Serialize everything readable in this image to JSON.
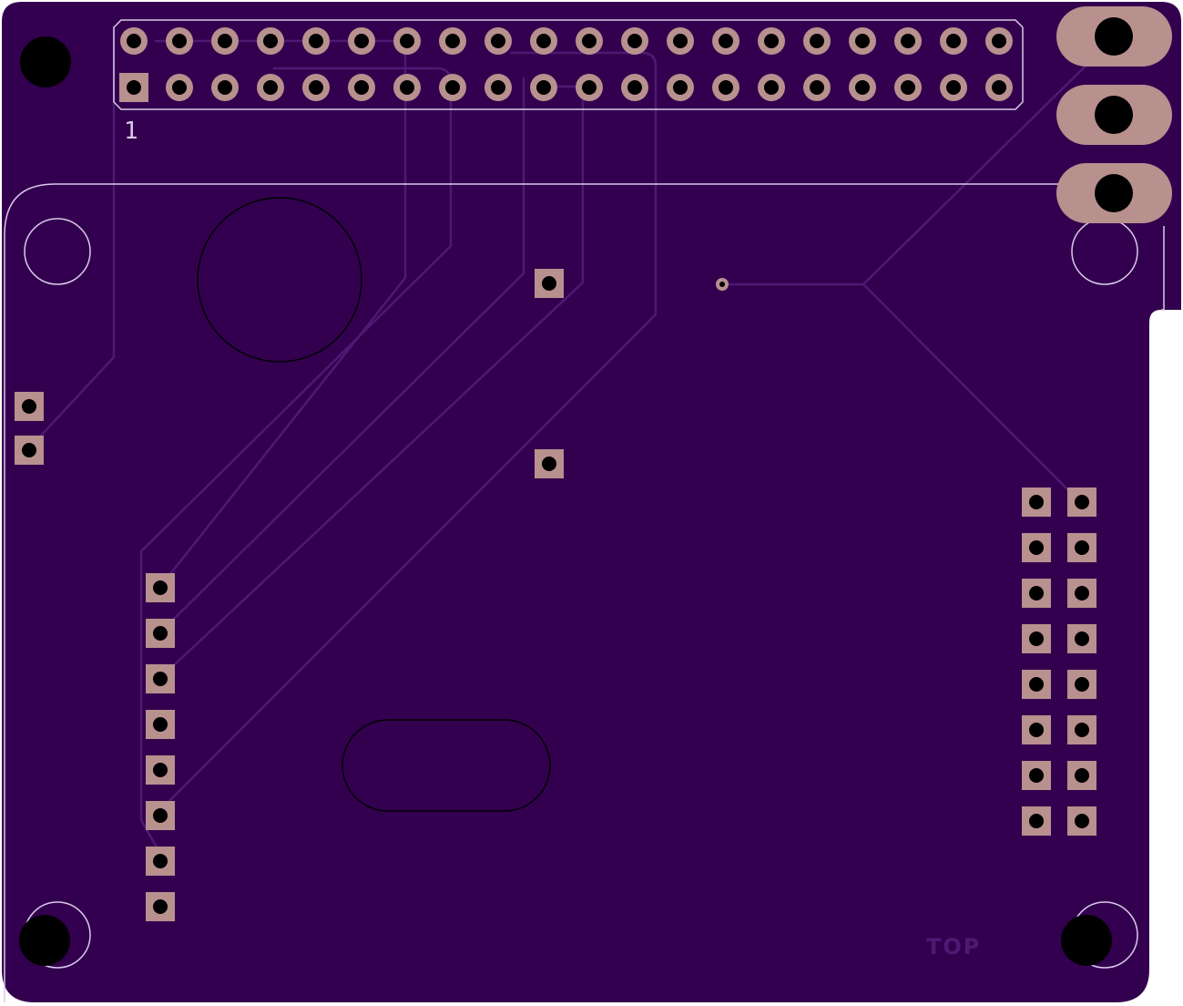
{
  "labels": {
    "pin_one": "1",
    "side": "TOP"
  },
  "colors": {
    "substrate": "#33004f",
    "trace": "#4d1a73",
    "silkscreen": "#d9c9e9",
    "pad": "#b8908e",
    "drill": "#000000",
    "background": "#ffffff"
  },
  "header": {
    "rows": 2,
    "columns": 20
  },
  "left_column_pads": 8,
  "right_matrix": {
    "rows": 8,
    "columns": 2
  }
}
